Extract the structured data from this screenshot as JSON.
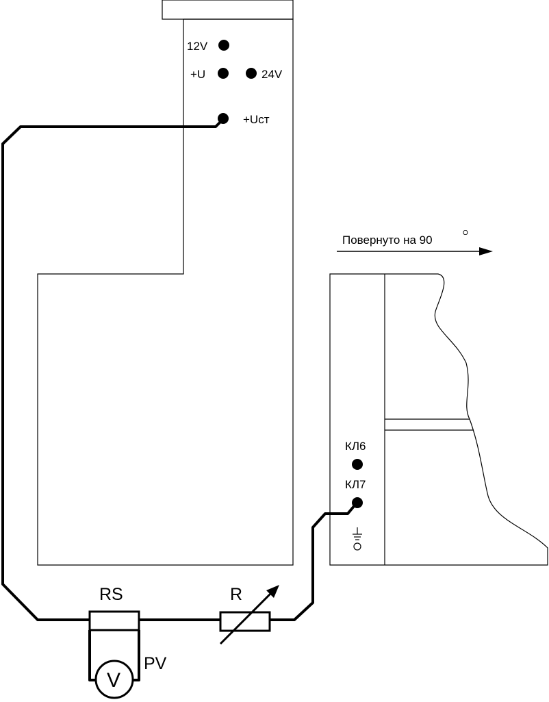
{
  "module": {
    "terminals": {
      "t12v": "12V",
      "plus_u": "+U",
      "t24v": "24V",
      "plus_ust": "+Uст"
    }
  },
  "rotated_note": {
    "text": "Повернуто на 90",
    "degree_mark": "O"
  },
  "side_panel": {
    "terminals": {
      "kl6": "КЛ6",
      "kl7": "КЛ7"
    }
  },
  "components": {
    "shunt": "RS",
    "rheostat": "R",
    "voltmeter": "PV",
    "voltmeter_symbol": "V"
  }
}
